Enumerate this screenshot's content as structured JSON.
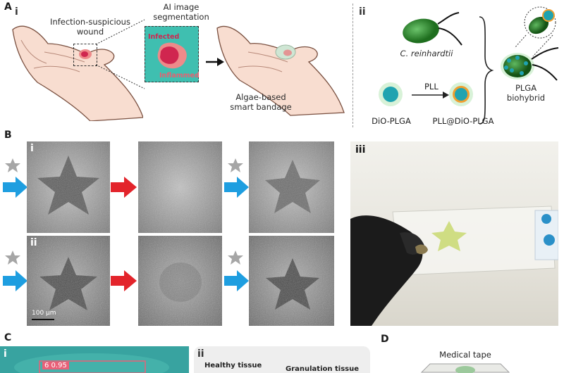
{
  "panel_a": {
    "label": "A",
    "sub_i": "i",
    "sub_ii": "ii",
    "wound_label": "Infection-suspicious\nwound",
    "seg_title": "AI image\nsegmentation",
    "infected": "Infected",
    "inflammed": "Inflammed",
    "bandage_label": "Algae-based\nsmart bandage",
    "alga_label": "C. reinhardtii",
    "pll": "PLL",
    "dio_plga": "DiO-PLGA",
    "pll_dio_plga": "PLL@DiO-PLGA",
    "biohybrid": "PLGA\nbiohybrid"
  },
  "panel_b": {
    "label": "B",
    "sub_i": "i",
    "sub_ii": "ii",
    "sub_iii": "iii",
    "scale_bar": "100 μm"
  },
  "panel_c": {
    "label": "C",
    "sub_i": "i",
    "sub_ii": "ii",
    "overlay_text": "6  0.95",
    "healthy": "Healthy tissue",
    "granulation": "Granulation tissue"
  },
  "panel_d": {
    "label": "D",
    "medical_tape": "Medical tape"
  },
  "colors": {
    "seg_bg": "#3fbfb0",
    "infected": "#d0264f",
    "inflamed": "#ee8a8a",
    "alga": "#2e8b2e",
    "teal_particle": "#1fa3b0",
    "pll_ring": "#f0a030",
    "arrow_blue": "#1e9ee0",
    "arrow_red": "#e3242b",
    "star_icon": "#a6a6a6"
  }
}
